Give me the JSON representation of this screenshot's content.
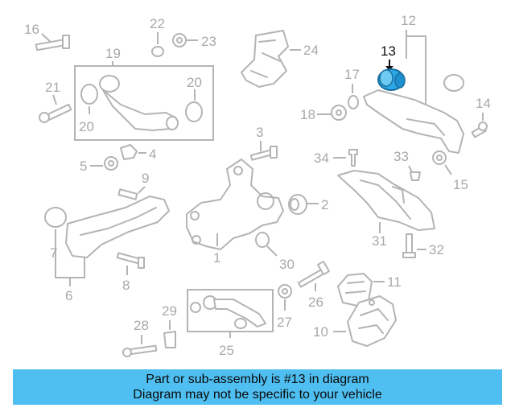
{
  "colors": {
    "banner_bg": "#4fbff2",
    "highlight_part": "#2aa8e8",
    "line_gray": "#b4b4b4",
    "label_gray": "#a9a9a9"
  },
  "callouts": {
    "c1": "1",
    "c2": "2",
    "c3": "3",
    "c4": "4",
    "c5": "5",
    "c6": "6",
    "c7": "7",
    "c8": "8",
    "c9": "9",
    "c10": "10",
    "c11": "11",
    "c12": "12",
    "c13": "13",
    "c14": "14",
    "c15": "15",
    "c16": "16",
    "c17": "17",
    "c18": "18",
    "c19": "19",
    "c20a": "20",
    "c20b": "20",
    "c21": "21",
    "c22": "22",
    "c23": "23",
    "c24": "24",
    "c25": "25",
    "c26": "26",
    "c27": "27",
    "c28": "28",
    "c29": "29",
    "c30": "30",
    "c31": "31",
    "c32": "32",
    "c33": "33",
    "c34": "34"
  },
  "highlighted_callout": "13",
  "banner": {
    "line1": "Part or sub-assembly is #13 in diagram",
    "line2": "Diagram may not be specific to your vehicle"
  }
}
